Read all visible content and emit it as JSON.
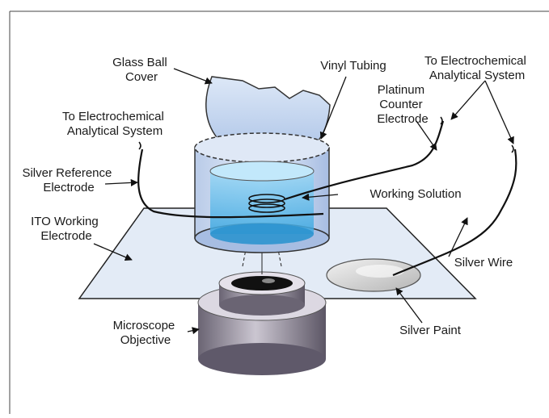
{
  "labels": {
    "glass_ball_cover": [
      "Glass Ball",
      "Cover"
    ],
    "vinyl_tubing": "Vinyl Tubing",
    "to_eas_right": [
      "To Electrochemical",
      "Analytical System"
    ],
    "platinum_counter": [
      "Platinum",
      "Counter",
      "Electrode"
    ],
    "to_eas_left": [
      "To Electrochemical",
      "Analytical System"
    ],
    "silver_reference": [
      "Silver Reference",
      "Electrode"
    ],
    "working_solution": "Working Solution",
    "ito_working": [
      "ITO Working",
      "Electrode"
    ],
    "silver_wire": "Silver Wire",
    "microscope_objective": [
      "Microscope",
      "Objective"
    ],
    "silver_paint": "Silver Paint"
  },
  "colors": {
    "glass": "#c8d9f0",
    "solution": "#6fc3ee",
    "slide": "#dfe8f5",
    "objective_top": "#cfcbd6",
    "objective_body": "#8a8494",
    "wire": "#111111"
  }
}
